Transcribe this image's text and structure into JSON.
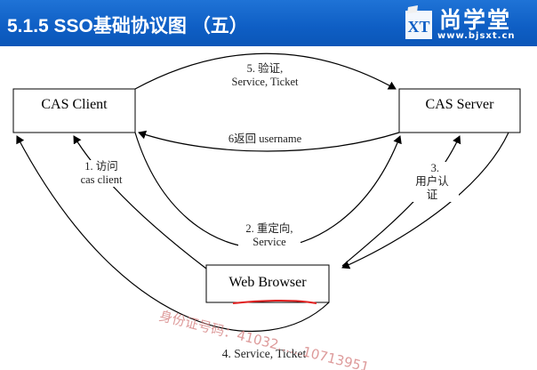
{
  "slide": {
    "title": "5.1.5 SSO基础协议图 （五）",
    "logo": {
      "icon_text": "XT",
      "name": "尚学堂",
      "url": "www.bjsxt.cn"
    }
  },
  "diagram": {
    "nodes": {
      "cas_client": "CAS Client",
      "cas_server": "CAS Server",
      "web_browser": "Web Browser"
    },
    "steps": {
      "step1": [
        "1. 访问",
        "cas client"
      ],
      "step2": [
        "2. 重定向,",
        "Service"
      ],
      "step3": [
        "3.",
        "用户认",
        "证"
      ],
      "step4": "4. Service, Ticket",
      "step5": [
        "5. 验证,",
        "Service, Ticket"
      ],
      "step6": "6返回 username"
    }
  },
  "watermark": "身份证号码：41032......10713951"
}
